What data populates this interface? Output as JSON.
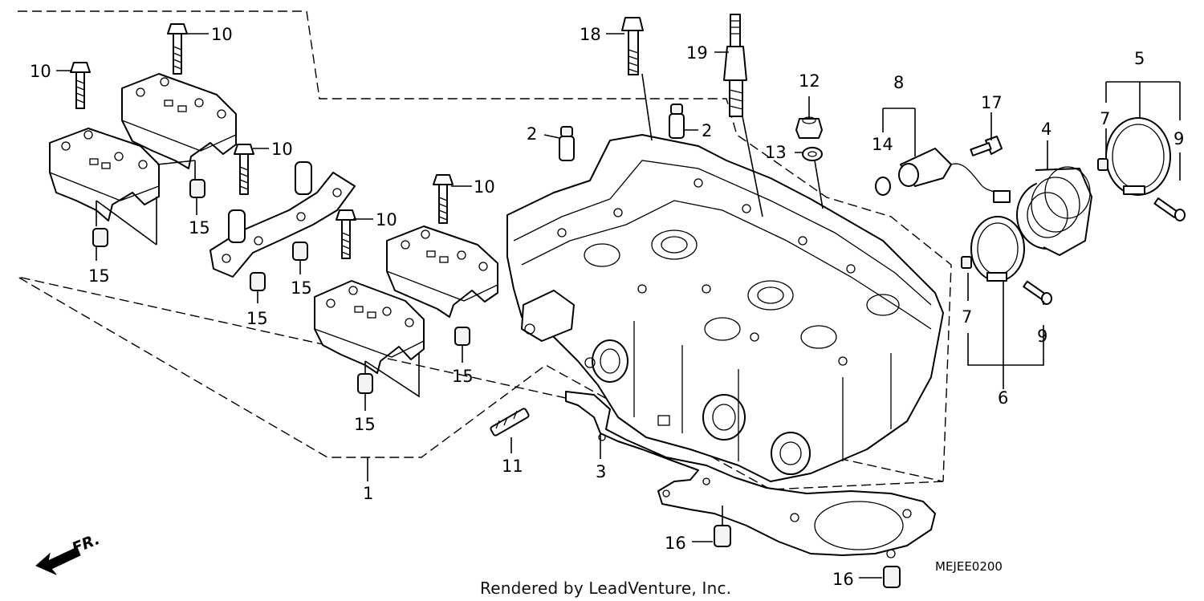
{
  "diagram": {
    "credit": "Rendered by LeadVenture, Inc.",
    "code": "MEJEE0200",
    "front_marker": "FR.",
    "callouts": {
      "c1": "1",
      "c2a": "2",
      "c2b": "2",
      "c3": "3",
      "c4": "4",
      "c5": "5",
      "c6": "6",
      "c7a": "7",
      "c7b": "7",
      "c8": "8",
      "c9a": "9",
      "c9b": "9",
      "c10a": "10",
      "c10b": "10",
      "c10c": "10",
      "c10d": "10",
      "c10e": "10",
      "c11": "11",
      "c12": "12",
      "c13": "13",
      "c14": "14",
      "c15a": "15",
      "c15b": "15",
      "c15c": "15",
      "c15d": "15",
      "c15e": "15",
      "c15f": "15",
      "c16a": "16",
      "c16b": "16",
      "c17": "17",
      "c18": "18",
      "c19": "19"
    }
  }
}
